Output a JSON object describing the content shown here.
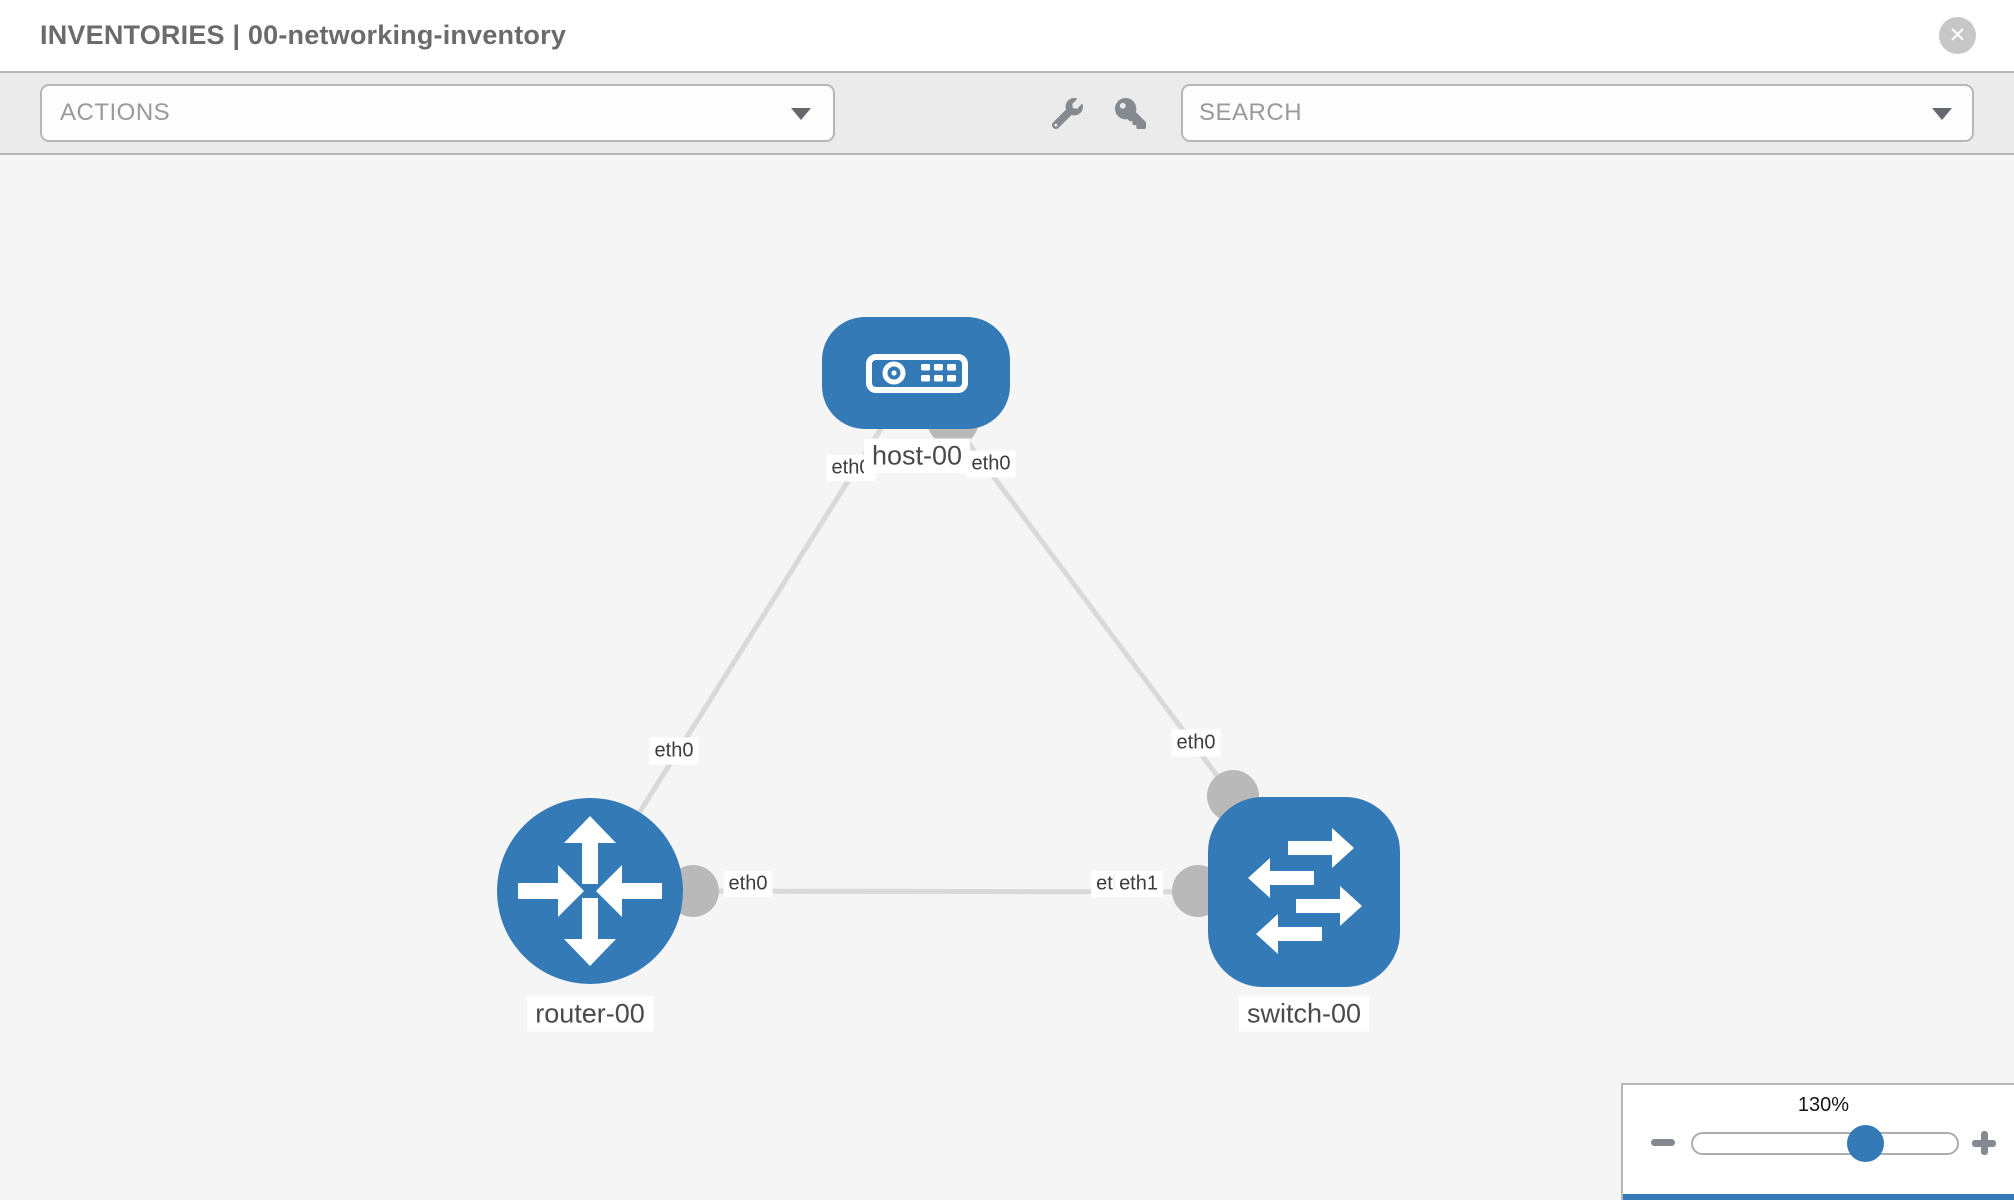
{
  "header": {
    "title": "INVENTORIES | 00-networking-inventory",
    "close_glyph": "✕"
  },
  "toolbar": {
    "actions_label": "ACTIONS",
    "search_placeholder": "SEARCH"
  },
  "icons": {
    "close": "close-icon",
    "actions_caret": "chevron-down-icon",
    "search_caret": "chevron-down-icon",
    "wrench": "wrench-icon",
    "key": "key-icon",
    "zoom_out": "minus-icon",
    "zoom_in": "plus-icon"
  },
  "topology": {
    "nodes": [
      {
        "id": "host-00",
        "label": "host-00",
        "type": "host",
        "icon": "host-icon"
      },
      {
        "id": "router-00",
        "label": "router-00",
        "type": "router",
        "icon": "router-icon"
      },
      {
        "id": "switch-00",
        "label": "switch-00",
        "type": "switch",
        "icon": "switch-icon"
      }
    ],
    "node_labels": {
      "host": "host-00",
      "router": "router-00",
      "switch": "switch-00"
    },
    "interface_labels": {
      "host_to_router": "eth0",
      "host_to_switch": "eth0",
      "router_to_host": "eth0",
      "router_to_switch": "eth0",
      "switch_to_host": "eth0",
      "switch_to_router": "eth1",
      "switch_to_router_overlapped": "eth0"
    },
    "links": [
      {
        "source": "router-00",
        "target": "host-00",
        "source_interface": "eth0",
        "target_interface": "eth0"
      },
      {
        "source": "host-00",
        "target": "switch-00",
        "source_interface": "eth0",
        "target_interface": "eth0"
      },
      {
        "source": "router-00",
        "target": "switch-00",
        "source_interface": "eth0",
        "target_interface": "eth1"
      }
    ],
    "colors": {
      "node_blue": "#337ab7",
      "link_gray": "#d9d9d9",
      "endpoint_gray": "#b9b9b9",
      "canvas_bg": "#f5f5f5"
    }
  },
  "zoom_control": {
    "value": "130%",
    "percent": 130,
    "minus_glyph": "−",
    "plus_glyph": "+"
  }
}
